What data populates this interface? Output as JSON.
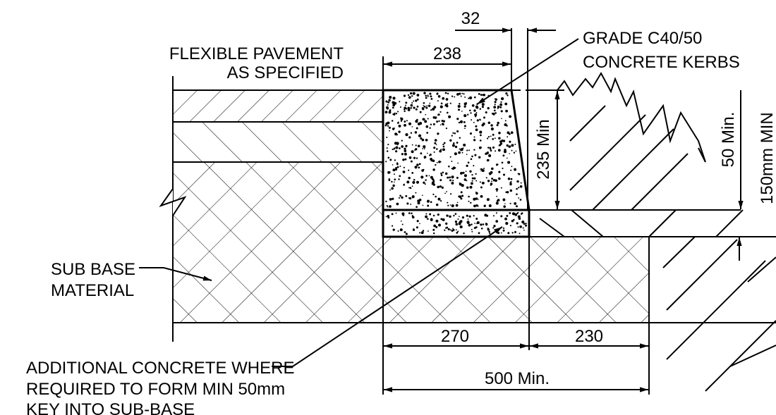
{
  "labels": {
    "flexible_pavement_line1": "FLEXIBLE PAVEMENT",
    "flexible_pavement_line2": "AS SPECIFIED",
    "kerb_grade_line1": "GRADE C40/50",
    "kerb_grade_line2": "CONCRETE KERBS",
    "sub_base_line1": "SUB BASE",
    "sub_base_line2": "MATERIAL",
    "additional_concrete_line1": "ADDITIONAL CONCRETE  WHERE",
    "additional_concrete_line2": "REQUIRED TO FORM MIN 50mm",
    "additional_concrete_line3": "KEY INTO SUB-BASE"
  },
  "dimensions": {
    "gap_top": "32",
    "kerb_top_width": "238",
    "kerb_height": "235 Min",
    "upstand": "50 Min.",
    "overall_depth": "150mm MIN",
    "kerb_base_width": "270",
    "verge_width": "230",
    "total_width": "500 Min."
  }
}
